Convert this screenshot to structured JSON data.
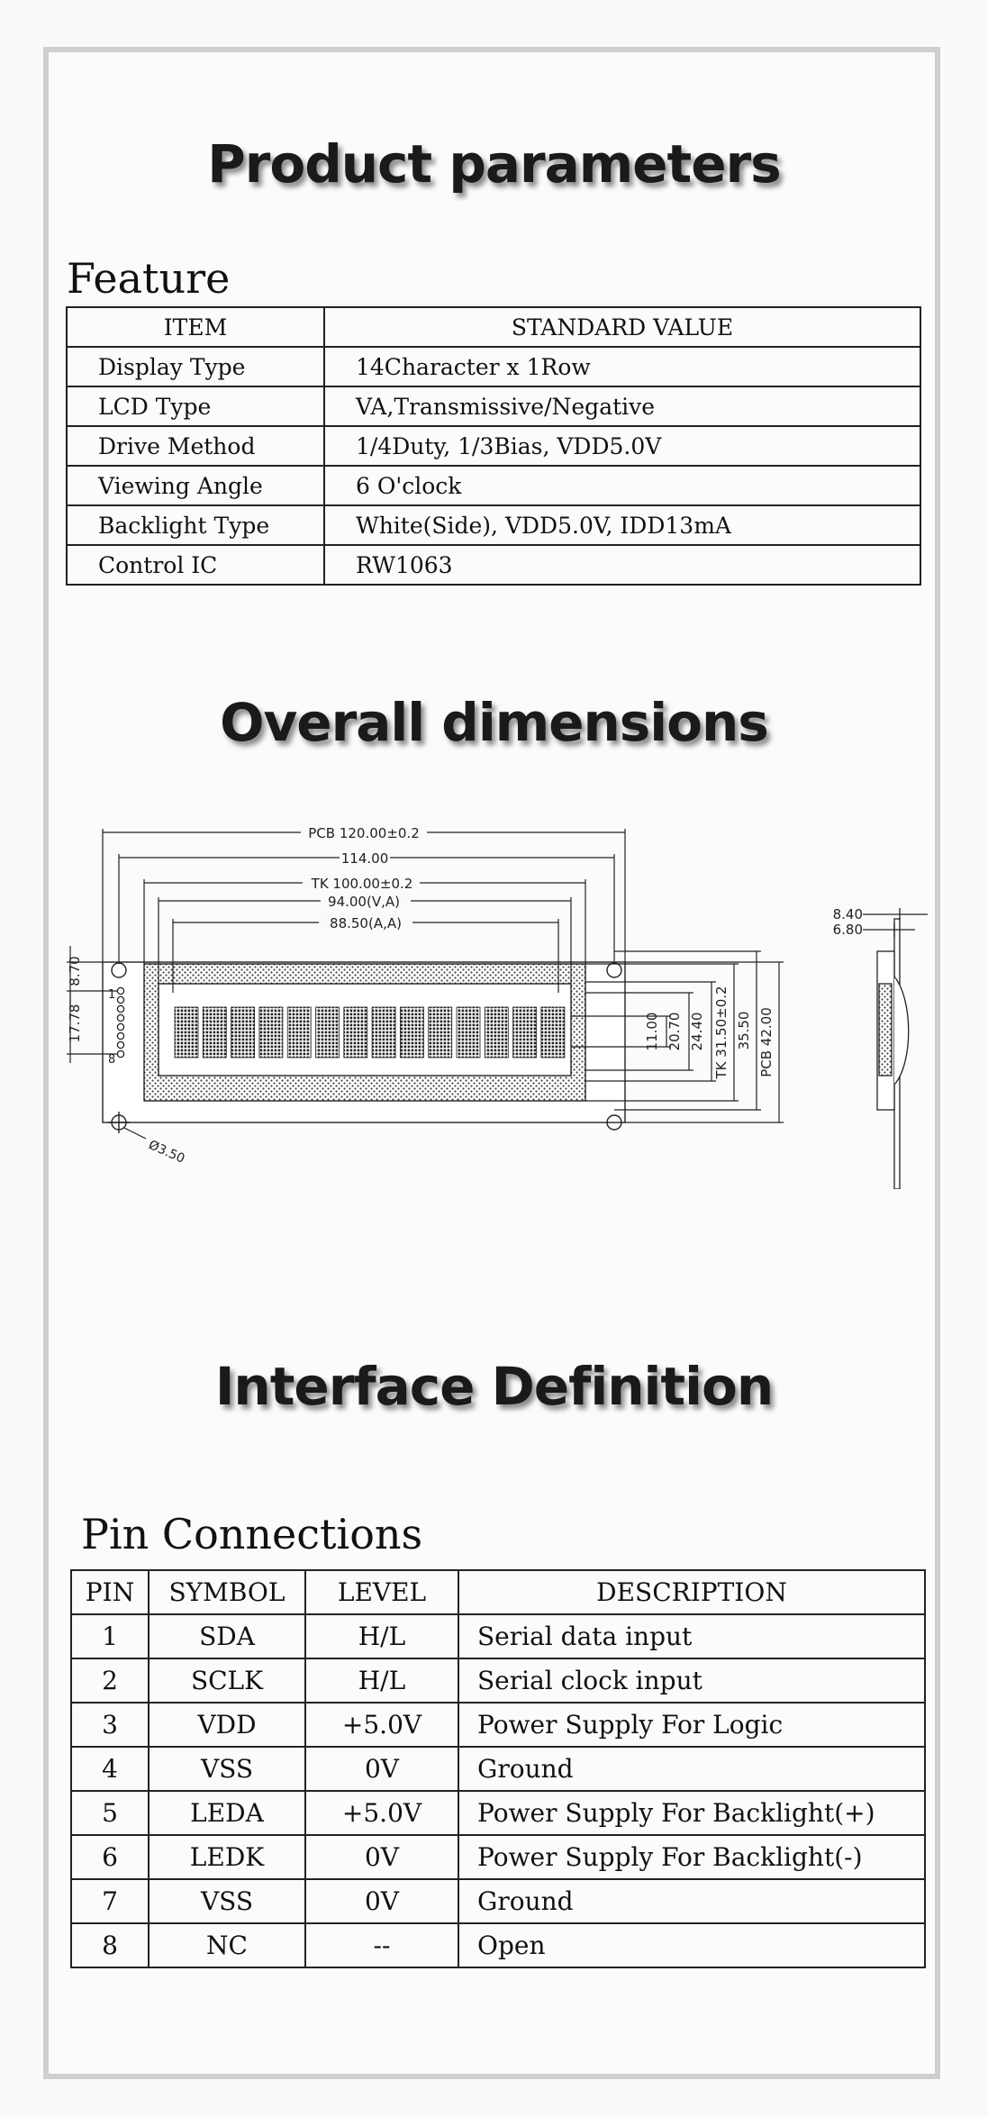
{
  "headings": {
    "product": "Product parameters",
    "dimensions": "Overall dimensions",
    "interface": "Interface Definition"
  },
  "feature": {
    "title": "Feature",
    "header": [
      "ITEM",
      "STANDARD VALUE"
    ],
    "rows": [
      [
        "Display Type",
        "14Character x 1Row"
      ],
      [
        "LCD Type",
        "VA,Transmissive/Negative"
      ],
      [
        "Drive Method",
        "1/4Duty, 1/3Bias, VDD5.0V"
      ],
      [
        "Viewing Angle",
        "6 O'clock"
      ],
      [
        "Backlight Type",
        "White(Side), VDD5.0V, IDD13mA"
      ],
      [
        "Control IC",
        "RW1063"
      ]
    ]
  },
  "drawing": {
    "pcb_w": "PCB 120.00±0.2",
    "w114": "114.00",
    "tk_w": "TK 100.00±0.2",
    "va_w": "94.00(V,A)",
    "aa_w": "88.50(A,A)",
    "h11": "11.00",
    "h2070": "20.70",
    "h2440": "24.40",
    "tk_h": "TK 31.50±0.2",
    "h3550": "35.50",
    "pcb_h": "PCB 42.00",
    "left_870": "8.70",
    "left_1778": "17.78",
    "pin_first": "1",
    "pin_last": "8",
    "hole": "Ø3.50",
    "side_840": "8.40",
    "side_680": "6.80"
  },
  "pins": {
    "title": "Pin Connections",
    "header": [
      "PIN",
      "SYMBOL",
      "LEVEL",
      "DESCRIPTION"
    ],
    "rows": [
      [
        "1",
        "SDA",
        "H/L",
        "Serial data input"
      ],
      [
        "2",
        "SCLK",
        "H/L",
        "Serial clock input"
      ],
      [
        "3",
        "VDD",
        "+5.0V",
        "Power Supply For Logic"
      ],
      [
        "4",
        "VSS",
        "0V",
        "Ground"
      ],
      [
        "5",
        "LEDA",
        "+5.0V",
        "Power Supply For Backlight(+)"
      ],
      [
        "6",
        "LEDK",
        "0V",
        "Power Supply For Backlight(-)"
      ],
      [
        "7",
        "VSS",
        "0V",
        "Ground"
      ],
      [
        "8",
        "NC",
        "--",
        "Open"
      ]
    ]
  }
}
